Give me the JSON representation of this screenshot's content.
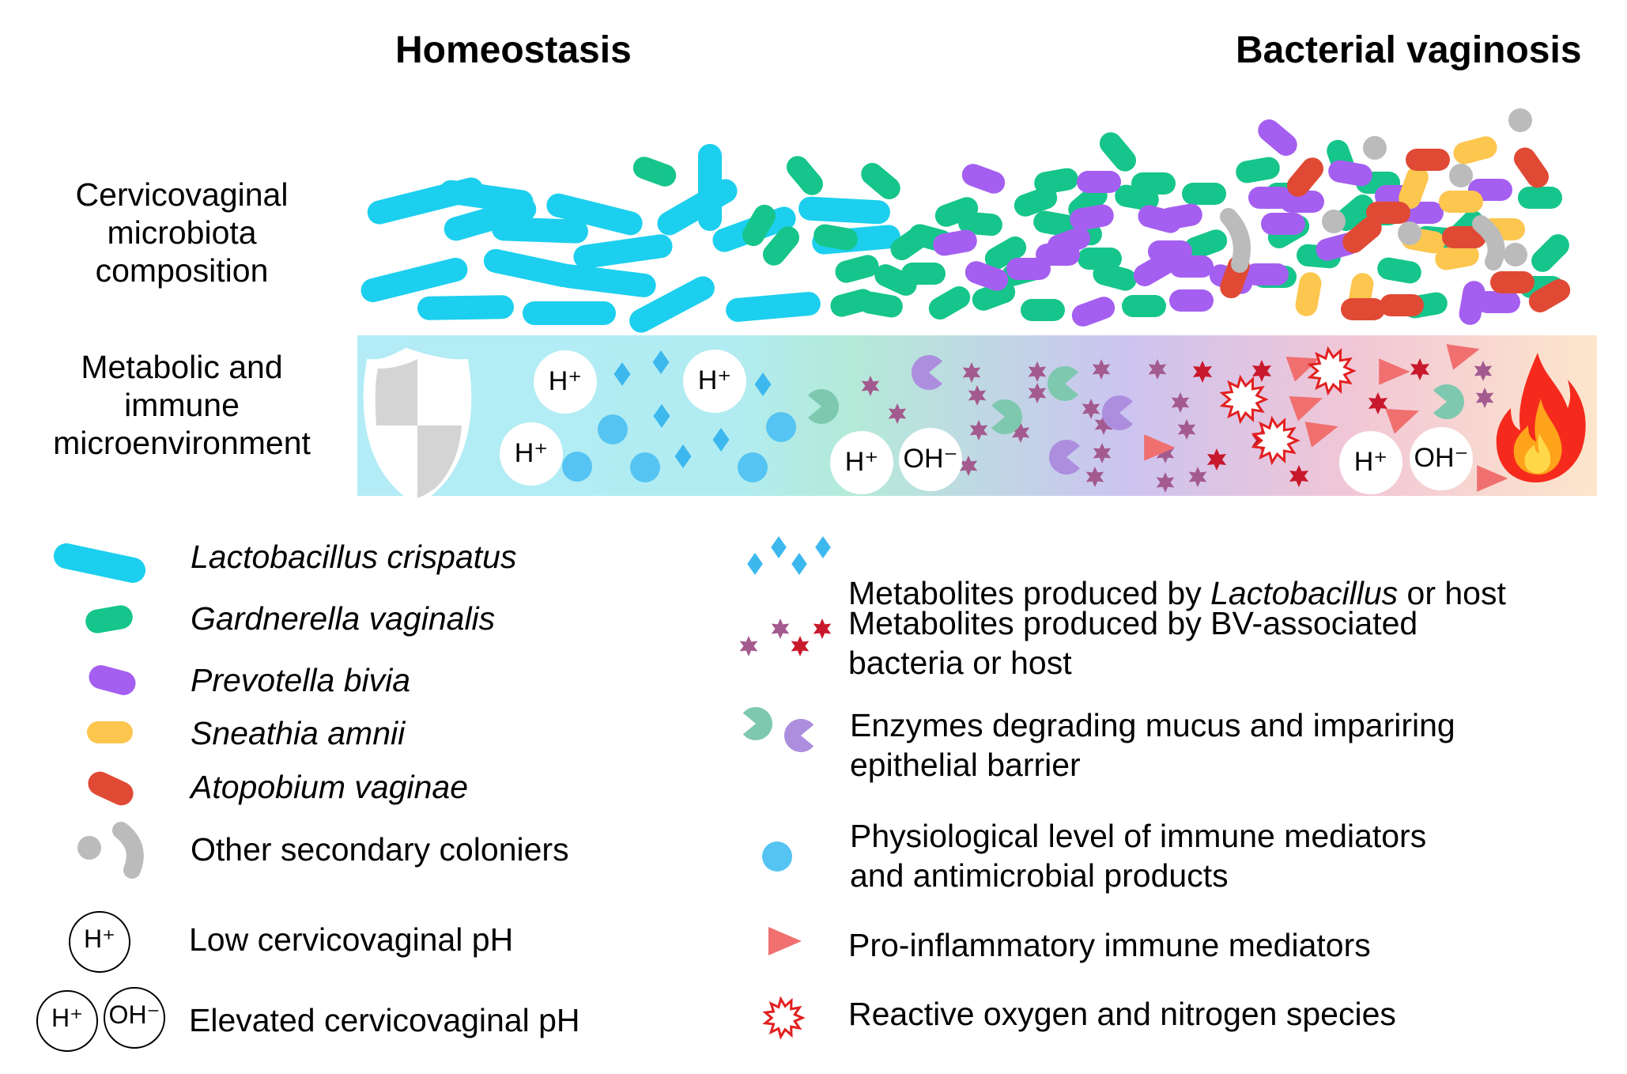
{
  "titles": {
    "homeostasis": "Homeostasis",
    "bv": "Bacterial vaginosis"
  },
  "row_labels": {
    "composition": "Cervicovaginal\nmicrobiota\ncomposition",
    "environment": "Metabolic and\nimmune\nmicroenvironment"
  },
  "ions": {
    "h": "H⁺",
    "oh": "OH⁻"
  },
  "legend_left": [
    {
      "label": "Lactobacillus crispatus",
      "italic": true,
      "icon": "lactobacillus-rod-icon",
      "color": "#1ccfee"
    },
    {
      "label": "Gardnerella vaginalis",
      "italic": true,
      "icon": "gardnerella-rod-icon",
      "color": "#16c58b"
    },
    {
      "label": "Prevotella bivia",
      "italic": true,
      "icon": "prevotella-rod-icon",
      "color": "#a45ff0"
    },
    {
      "label": "Sneathia amnii",
      "italic": true,
      "icon": "sneathia-rod-icon",
      "color": "#fcc64f"
    },
    {
      "label": "Atopobium vaginae",
      "italic": true,
      "icon": "atopobium-rod-icon",
      "color": "#e04a35"
    },
    {
      "label": "Other secondary coloniers",
      "italic": false,
      "icon": "secondary-colonizer-icon",
      "color": "#bbbbbb"
    },
    {
      "label": "Low cervicovaginal pH",
      "italic": false,
      "icon": "h-ion-icon"
    },
    {
      "label": "Elevated cervicovaginal pH",
      "italic": false,
      "icon": "h-oh-ion-icon"
    }
  ],
  "legend_right": [
    {
      "label_pre": "Metabolites produced by ",
      "label_italic": "Lactobacillus",
      "label_post": " or host",
      "icon": "diamond-metabolite-icon",
      "color": "#3db8ee"
    },
    {
      "label": "Metabolites produced by BV-associated\nbacteria or host",
      "icon": "star-metabolite-icon",
      "color": "#a35a8e"
    },
    {
      "label": "Enzymes degrading mucus and impariring\nepithelial barrier",
      "icon": "enzyme-pacman-icon",
      "color": "#7fc8b0"
    },
    {
      "label": "Physiological level of immune mediators\nand antimicrobial products",
      "icon": "immune-mediator-dot-icon",
      "color": "#55c4f2"
    },
    {
      "label": "Pro-inflammatory immune mediators",
      "icon": "triangle-mediator-icon",
      "color": "#f07070"
    },
    {
      "label": "Reactive oxygen and nitrogen species",
      "icon": "ros-burst-icon",
      "color": "#e22020"
    }
  ],
  "colors": {
    "lactobacillus": "#1ccfee",
    "gardnerella": "#16c58b",
    "prevotella": "#a45ff0",
    "sneathia": "#fcc64f",
    "atopobium": "#e04a35",
    "secondary": "#bbbbbb",
    "band_start": "#aeeaf5",
    "band_mid": "#c9c4f2",
    "band_end": "#fde2cc"
  }
}
